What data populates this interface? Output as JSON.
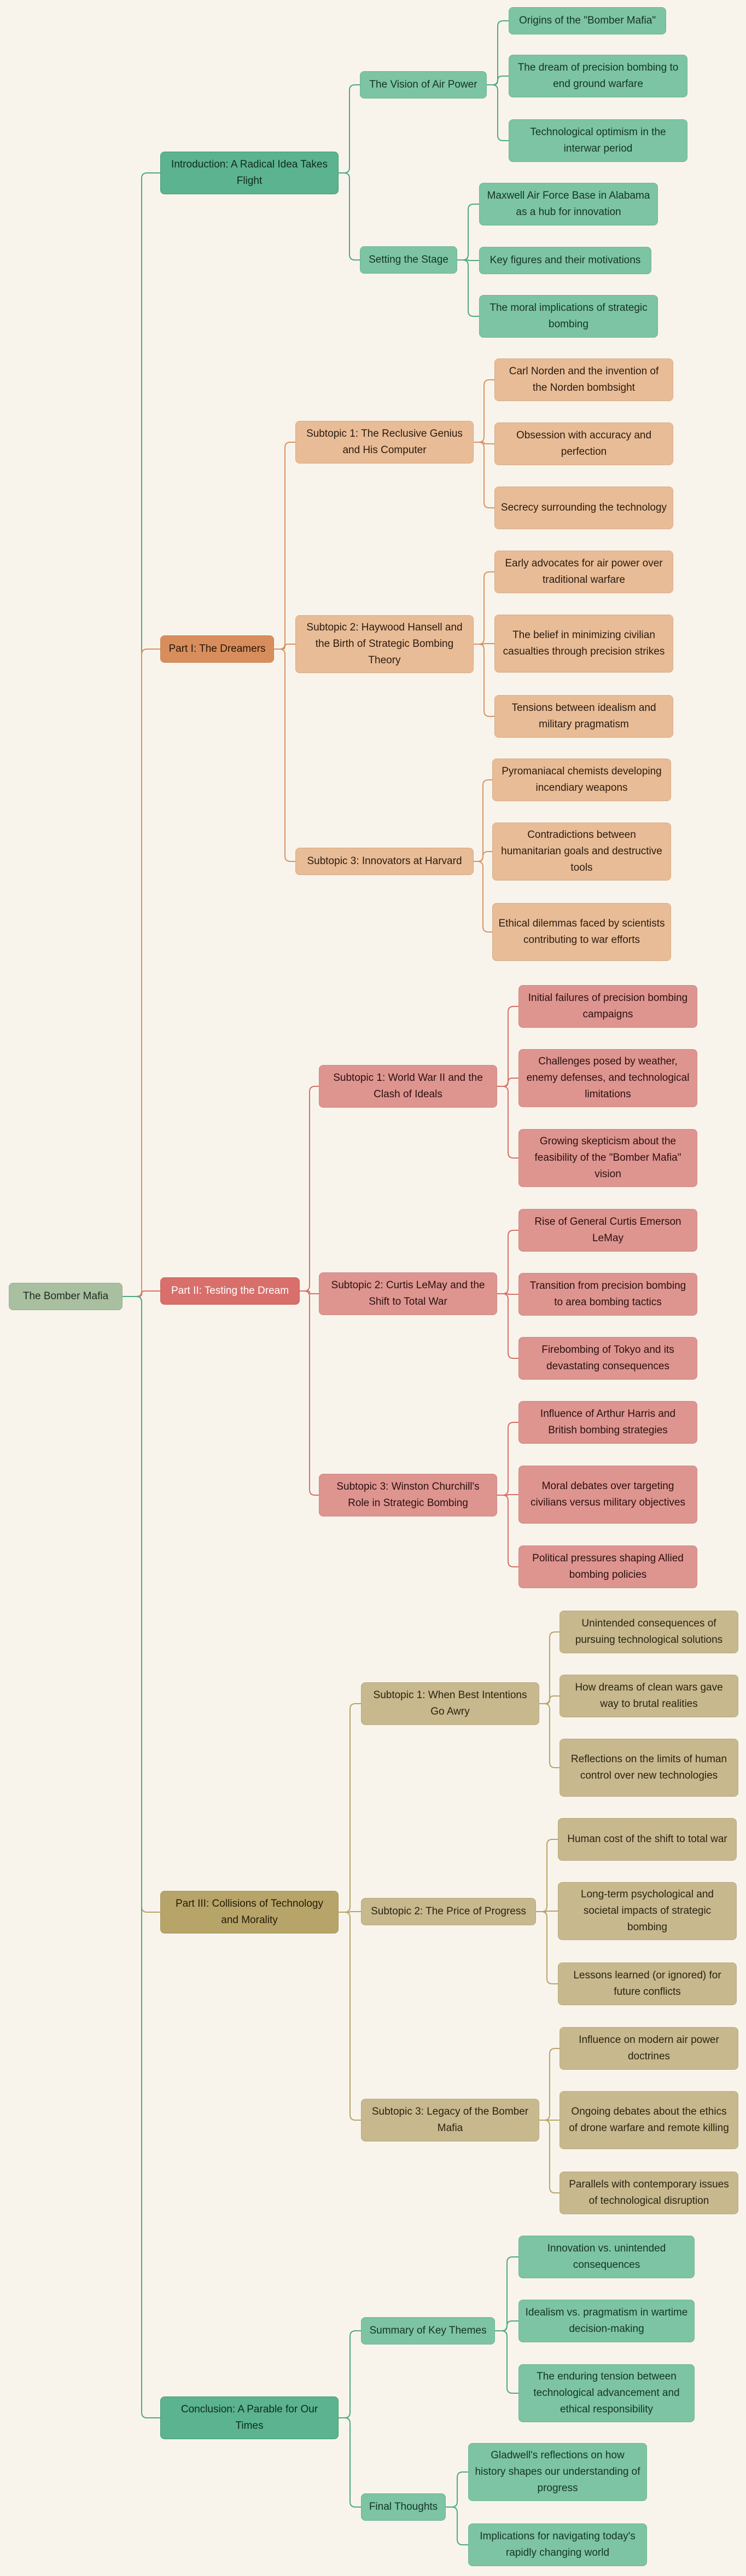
{
  "colors": {
    "background": "#f8f4ec",
    "green_link": "#4ea882",
    "orange_link": "#d89364",
    "red_link": "#d76f69",
    "khaki_link": "#b7a469"
  },
  "root": {
    "label": "The Bomber Mafia"
  },
  "branches": [
    {
      "label": "Introduction: A Radical Idea Takes Flight",
      "color": "green",
      "subtopics": [
        {
          "label": "The Vision of Air Power",
          "leaves": [
            "Origins of the \"Bomber Mafia\"",
            "The dream of precision bombing to end ground warfare",
            "Technological optimism in the interwar period"
          ]
        },
        {
          "label": "Setting the Stage",
          "leaves": [
            "Maxwell Air Force Base in Alabama as a hub for innovation",
            "Key figures and their motivations",
            "The moral implications of strategic bombing"
          ]
        }
      ]
    },
    {
      "label": "Part I: The Dreamers",
      "color": "orange",
      "subtopics": [
        {
          "label": "Subtopic 1: The Reclusive Genius and His Computer",
          "leaves": [
            "Carl Norden and the invention of the Norden bombsight",
            "Obsession with accuracy and perfection",
            "Secrecy surrounding the technology"
          ]
        },
        {
          "label": "Subtopic 2: Haywood Hansell and the Birth of Strategic Bombing Theory",
          "leaves": [
            "Early advocates for air power over traditional warfare",
            "The belief in minimizing civilian casualties through precision strikes",
            "Tensions between idealism and military pragmatism"
          ]
        },
        {
          "label": "Subtopic 3: Innovators at Harvard",
          "leaves": [
            "Pyromaniacal chemists developing incendiary weapons",
            "Contradictions between humanitarian goals and destructive tools",
            "Ethical dilemmas faced by scientists contributing to war efforts"
          ]
        }
      ]
    },
    {
      "label": "Part II: Testing the Dream",
      "color": "red",
      "subtopics": [
        {
          "label": "Subtopic 1: World War II and the Clash of Ideals",
          "leaves": [
            "Initial failures of precision bombing campaigns",
            "Challenges posed by weather, enemy defenses, and technological limitations",
            "Growing skepticism about the feasibility of the \"Bomber Mafia\" vision"
          ]
        },
        {
          "label": "Subtopic 2: Curtis LeMay and the Shift to Total War",
          "leaves": [
            "Rise of General Curtis Emerson LeMay",
            "Transition from precision bombing to area bombing tactics",
            "Firebombing of Tokyo and its devastating consequences"
          ]
        },
        {
          "label": "Subtopic 3: Winston Churchill's Role in Strategic Bombing",
          "leaves": [
            "Influence of Arthur Harris and British bombing strategies",
            "Moral debates over targeting civilians versus military objectives",
            "Political pressures shaping Allied bombing policies"
          ]
        }
      ]
    },
    {
      "label": "Part III: Collisions of Technology and Morality",
      "color": "khaki",
      "subtopics": [
        {
          "label": "Subtopic 1: When Best Intentions Go Awry",
          "leaves": [
            "Unintended consequences of pursuing technological solutions",
            "How dreams of clean wars gave way to brutal realities",
            "Reflections on the limits of human control over new technologies"
          ]
        },
        {
          "label": "Subtopic 2: The Price of Progress",
          "leaves": [
            "Human cost of the shift to total war",
            "Long-term psychological and societal impacts of strategic bombing",
            "Lessons learned (or ignored) for future conflicts"
          ]
        },
        {
          "label": "Subtopic 3: Legacy of the Bomber Mafia",
          "leaves": [
            "Influence on modern air power doctrines",
            "Ongoing debates about the ethics of drone warfare and remote killing",
            "Parallels with contemporary issues of technological disruption"
          ]
        }
      ]
    },
    {
      "label": "Conclusion: A Parable for Our Times",
      "color": "green",
      "subtopics": [
        {
          "label": "Summary of Key Themes",
          "leaves": [
            "Innovation vs. unintended consequences",
            "Idealism vs. pragmatism in wartime decision-making",
            "The enduring tension between technological advancement and ethical responsibility"
          ]
        },
        {
          "label": "Final Thoughts",
          "leaves": [
            "Gladwell's reflections on how history shapes our understanding of progress",
            "Implications for navigating today's rapidly changing world"
          ]
        }
      ]
    }
  ]
}
